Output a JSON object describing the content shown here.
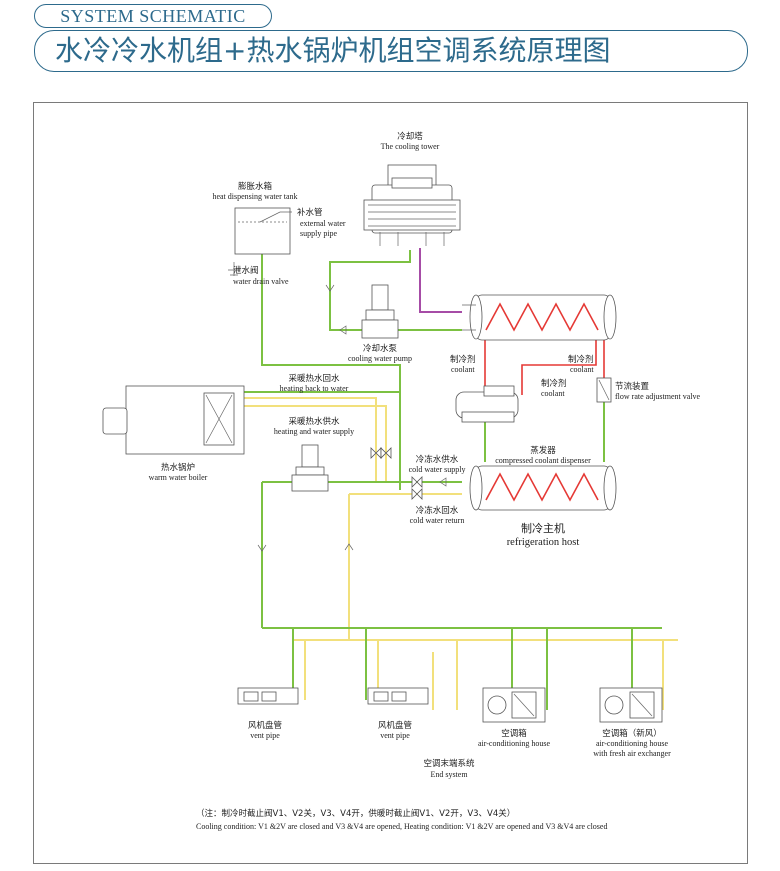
{
  "header": {
    "tag": "SYSTEM SCHEMATIC",
    "title": "水冷冷水机组+热水锅炉机组空调系统原理图"
  },
  "labels": {
    "cooling_tower_cn": "冷却塔",
    "cooling_tower_en": "The cooling tower",
    "expansion_tank_cn": "膨胀水箱",
    "expansion_tank_en": "heat dispensing water tank",
    "makeup_pipe_cn": "补水管",
    "makeup_pipe_en1": "external water",
    "makeup_pipe_en2": "supply pipe",
    "drain_valve_cn": "泄水阀",
    "drain_valve_en": "water drain valve",
    "cooling_pump_cn": "冷却水泵",
    "cooling_pump_en": "cooling water pump",
    "coolant_left_cn": "制冷剂",
    "coolant_left_en": "coolant",
    "coolant_right_cn": "制冷剂",
    "coolant_right_en": "coolant",
    "coolant_mid_cn": "制冷剂",
    "coolant_mid_en": "coolant",
    "throttle_cn": "节流装置",
    "throttle_en": "flow rate adjustment valve",
    "heating_back_cn": "采暖热水回水",
    "heating_back_en": "heating back to water",
    "heating_supply_cn": "采暖热水供水",
    "heating_supply_en": "heating and water supply",
    "boiler_cn": "热水锅炉",
    "boiler_en": "warm water boiler",
    "cold_supply_cn": "冷冻水供水",
    "cold_supply_en": "cold water supply",
    "cold_return_cn": "冷冻水回水",
    "cold_return_en": "cold water return",
    "evaporator_cn": "蒸发器",
    "evaporator_en": "compressed coolant dispenser",
    "host_cn": "制冷主机",
    "host_en": "refrigeration host",
    "fcu1_cn": "风机盘管",
    "fcu1_en": "vent pipe",
    "fcu2_cn": "风机盘管",
    "fcu2_en": "vent pipe",
    "ahu1_cn": "空调箱",
    "ahu1_en": "air-conditioning house",
    "ahu2_cn": "空调箱（新风）",
    "ahu2_en1": "air-conditioning house",
    "ahu2_en2": "with fresh air exchanger",
    "end_cn": "空调末端系统",
    "end_en": "End system"
  },
  "notes": {
    "cn": "（注：制冷时截止阀V1、V2关，V3、V4开，供暖时截止阀V1、V2开，V3、V4关）",
    "en": "Cooling condition: V1 &2V are closed and V3 &V4 are opened, Heating condition: V1 &2V are opened and V3 &V4 are closed"
  },
  "colors": {
    "accent": "#2d6a8c",
    "chilled_water": "#7cc142",
    "heating_water": "#f2e07c",
    "cooling_water": "#a64ca6",
    "refrigerant": "#e53935"
  }
}
